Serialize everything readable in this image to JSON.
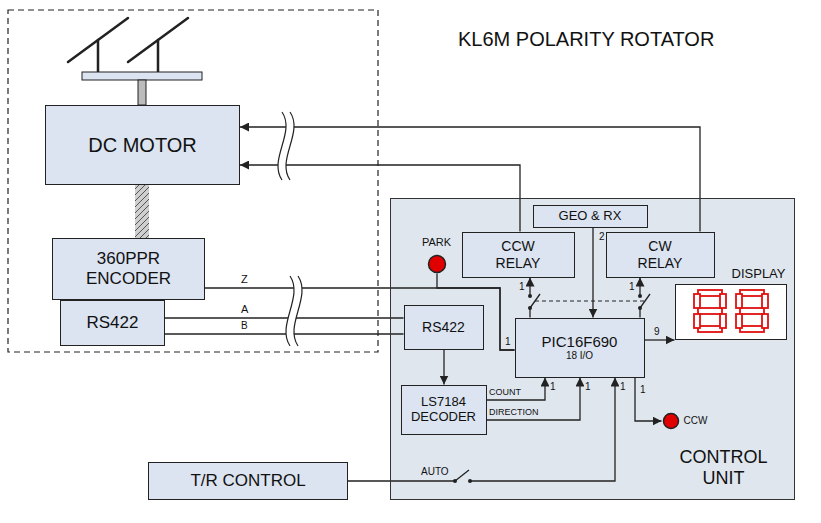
{
  "diagram": {
    "title": "KL6M POLARITY ROTATOR",
    "nodes": [
      {
        "text": [
          "DC MOTOR"
        ]
      },
      {
        "text": [
          "360PPR ENCODER"
        ]
      },
      {
        "text": [
          "RS422"
        ]
      },
      {
        "text": [
          "CONTROL UNIT"
        ]
      },
      {
        "text": [
          "GEO & RX"
        ],
        "in": 3
      },
      {
        "text": [
          "PARK"
        ],
        "in": 3
      },
      {
        "text": [
          "CCW RELAY"
        ],
        "in": 3
      },
      {
        "text": [
          "CW RELAY"
        ],
        "in": 3
      },
      {
        "text": [
          "DISPLAY"
        ],
        "in": 3
      },
      {
        "text": [
          "RS422"
        ],
        "in": 3
      },
      {
        "text": [
          "PIC16F690",
          "18 I/O"
        ],
        "in": 3
      },
      {
        "text": [
          "LS7184 DECODER"
        ],
        "in": 3
      },
      {
        "text": [
          "CCW"
        ],
        "in": 3
      },
      {
        "text": [
          "T/R CONTROL"
        ]
      }
    ],
    "edges": [
      {
        "from": 0,
        "to": 1,
        "arrow": "none"
      },
      {
        "from": 6,
        "to": 0,
        "arrow": "to"
      },
      {
        "from": 7,
        "to": 0,
        "arrow": "to"
      },
      {
        "from": 1,
        "to": 10,
        "label": "Z",
        "arrow": "none"
      },
      {
        "from": 5,
        "to": 10,
        "arrow": "none"
      },
      {
        "from": 2,
        "to": 9,
        "label": "A",
        "arrow": "none"
      },
      {
        "from": 2,
        "to": 9,
        "label": "B",
        "arrow": "none"
      },
      {
        "from": 9,
        "to": 11,
        "arrow": "to"
      },
      {
        "from": 11,
        "to": 10,
        "label": "COUNT",
        "arrow": "to"
      },
      {
        "from": 11,
        "to": 10,
        "label": "DIRECTION",
        "arrow": "to"
      },
      {
        "from": 4,
        "to": 10,
        "label": "2",
        "arrow": "to"
      },
      {
        "from": 10,
        "to": 6,
        "label": "1",
        "arrow": "to"
      },
      {
        "from": 10,
        "to": 7,
        "label": "1",
        "arrow": "to"
      },
      {
        "from": 10,
        "to": 8,
        "label": "9",
        "arrow": "to"
      },
      {
        "from": 10,
        "to": 12,
        "label": "1",
        "arrow": "to"
      },
      {
        "from": 13,
        "to": 10,
        "label": "AUTO",
        "arrow": "to"
      }
    ],
    "labels": [
      "1",
      "1",
      "1",
      "1"
    ]
  }
}
